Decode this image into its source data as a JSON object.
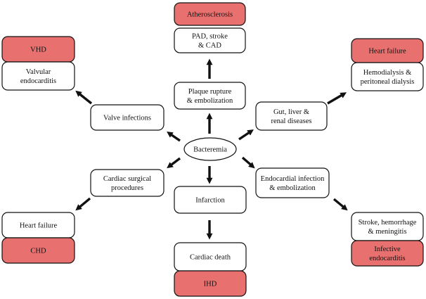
{
  "center": {
    "label": [
      "Bacteremia"
    ]
  },
  "nodes": {
    "atherosclerosis": {
      "label": [
        "Atherosclerosis"
      ]
    },
    "pad_stroke_cad": {
      "label": [
        "PAD, stroke",
        "& CAD"
      ]
    },
    "plaque_rupture": {
      "label": [
        "Plaque rupture",
        "& embolization"
      ]
    },
    "vhd": {
      "label": [
        "VHD"
      ]
    },
    "valvular_endocarditis": {
      "label": [
        "Valvular",
        "endocarditis"
      ]
    },
    "valve_infections": {
      "label": [
        "Valve infections"
      ]
    },
    "heart_failure_top": {
      "label": [
        "Heart failure"
      ]
    },
    "hemodialysis": {
      "label": [
        "Hemodialysis &",
        "peritoneal dialysis"
      ]
    },
    "gut_liver_renal": {
      "label": [
        "Gut, liver &",
        "renal diseases"
      ]
    },
    "cardiac_surgical": {
      "label": [
        "Cardiac surgical",
        "procedures"
      ]
    },
    "heart_failure_bottom": {
      "label": [
        "Heart failure"
      ]
    },
    "chd": {
      "label": [
        "CHD"
      ]
    },
    "infarction": {
      "label": [
        "Infarction"
      ]
    },
    "cardiac_death": {
      "label": [
        "Cardiac death"
      ]
    },
    "ihd": {
      "label": [
        "IHD"
      ]
    },
    "endocardial_infection": {
      "label": [
        "Endocardial infection",
        "& embolization"
      ]
    },
    "stroke_hemorrhage": {
      "label": [
        "Stroke, hemorrhage",
        "& meningitis"
      ]
    },
    "infective_endocarditis": {
      "label": [
        "Infective",
        "endocarditis"
      ]
    }
  },
  "colors": {
    "highlight_fill": "#e8706f",
    "plain_fill": "#ffffff",
    "stroke": "#111111",
    "arrow": "#111111"
  }
}
